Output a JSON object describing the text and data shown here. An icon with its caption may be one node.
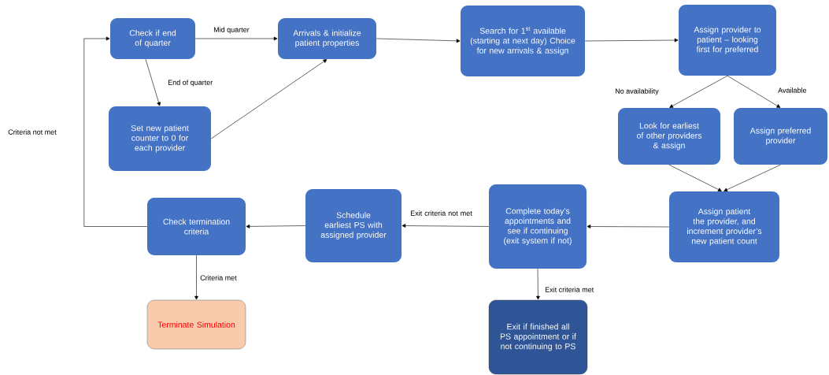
{
  "diagram": {
    "nodes": [
      {
        "text": [
          "Check if end of quarter"
        ]
      },
      {
        "text": [
          "Arrivals & initialize patient properties"
        ]
      },
      {
        "text": [
          "Set new patient counter to 0 for each provider"
        ]
      },
      {
        "text": [
          "Search for 1$^{st}$ available (starting at next day) Choice for new arrivals & assign"
        ]
      },
      {
        "text": [
          "Assign provider to patient – looking first for preferred"
        ]
      },
      {
        "text": [
          "Look for earliest of other providers & assign"
        ]
      },
      {
        "text": [
          "Assign preferred provider"
        ]
      },
      {
        "text": [
          "Assign patient the provider, and increment provider’s new patient count"
        ]
      },
      {
        "text": [
          "Complete today’s appointments and see if continuing (exit system if not)"
        ]
      },
      {
        "text": [
          "Schedule earliest PS with assigned provider"
        ]
      },
      {
        "text": [
          "Check termination criteria"
        ]
      },
      {
        "text": [
          "Terminate Simulation"
        ]
      },
      {
        "text": [
          "Exit if finished all PS appointment or if not continuing to PS"
        ]
      }
    ],
    "edges": [
      {
        "from": 0,
        "to": 1,
        "arrow": "to",
        "label": "Mid quarter"
      },
      {
        "from": 0,
        "to": 2,
        "arrow": "to",
        "label": "End of quarter"
      },
      {
        "from": 2,
        "to": 1,
        "arrow": "to"
      },
      {
        "from": 1,
        "to": 3,
        "arrow": "to"
      },
      {
        "from": 3,
        "to": 4,
        "arrow": "to"
      },
      {
        "from": 4,
        "to": 5,
        "arrow": "to",
        "label": "No availability"
      },
      {
        "from": 4,
        "to": 6,
        "arrow": "to",
        "label": "Available"
      },
      {
        "from": 5,
        "to": 7,
        "arrow": "to"
      },
      {
        "from": 6,
        "to": 7,
        "arrow": "to"
      },
      {
        "from": 7,
        "to": 8,
        "arrow": "to"
      },
      {
        "from": 8,
        "to": 9,
        "arrow": "to",
        "label": "Exit criteria not met"
      },
      {
        "from": 9,
        "to": 10,
        "arrow": "to"
      },
      {
        "from": 10,
        "to": 0,
        "arrow": "to",
        "label": "Criteria not met"
      },
      {
        "from": 10,
        "to": 11,
        "arrow": "to",
        "label": "Criteria met"
      },
      {
        "from": 8,
        "to": 12,
        "arrow": "to",
        "label": "Exit criteria met"
      }
    ]
  }
}
